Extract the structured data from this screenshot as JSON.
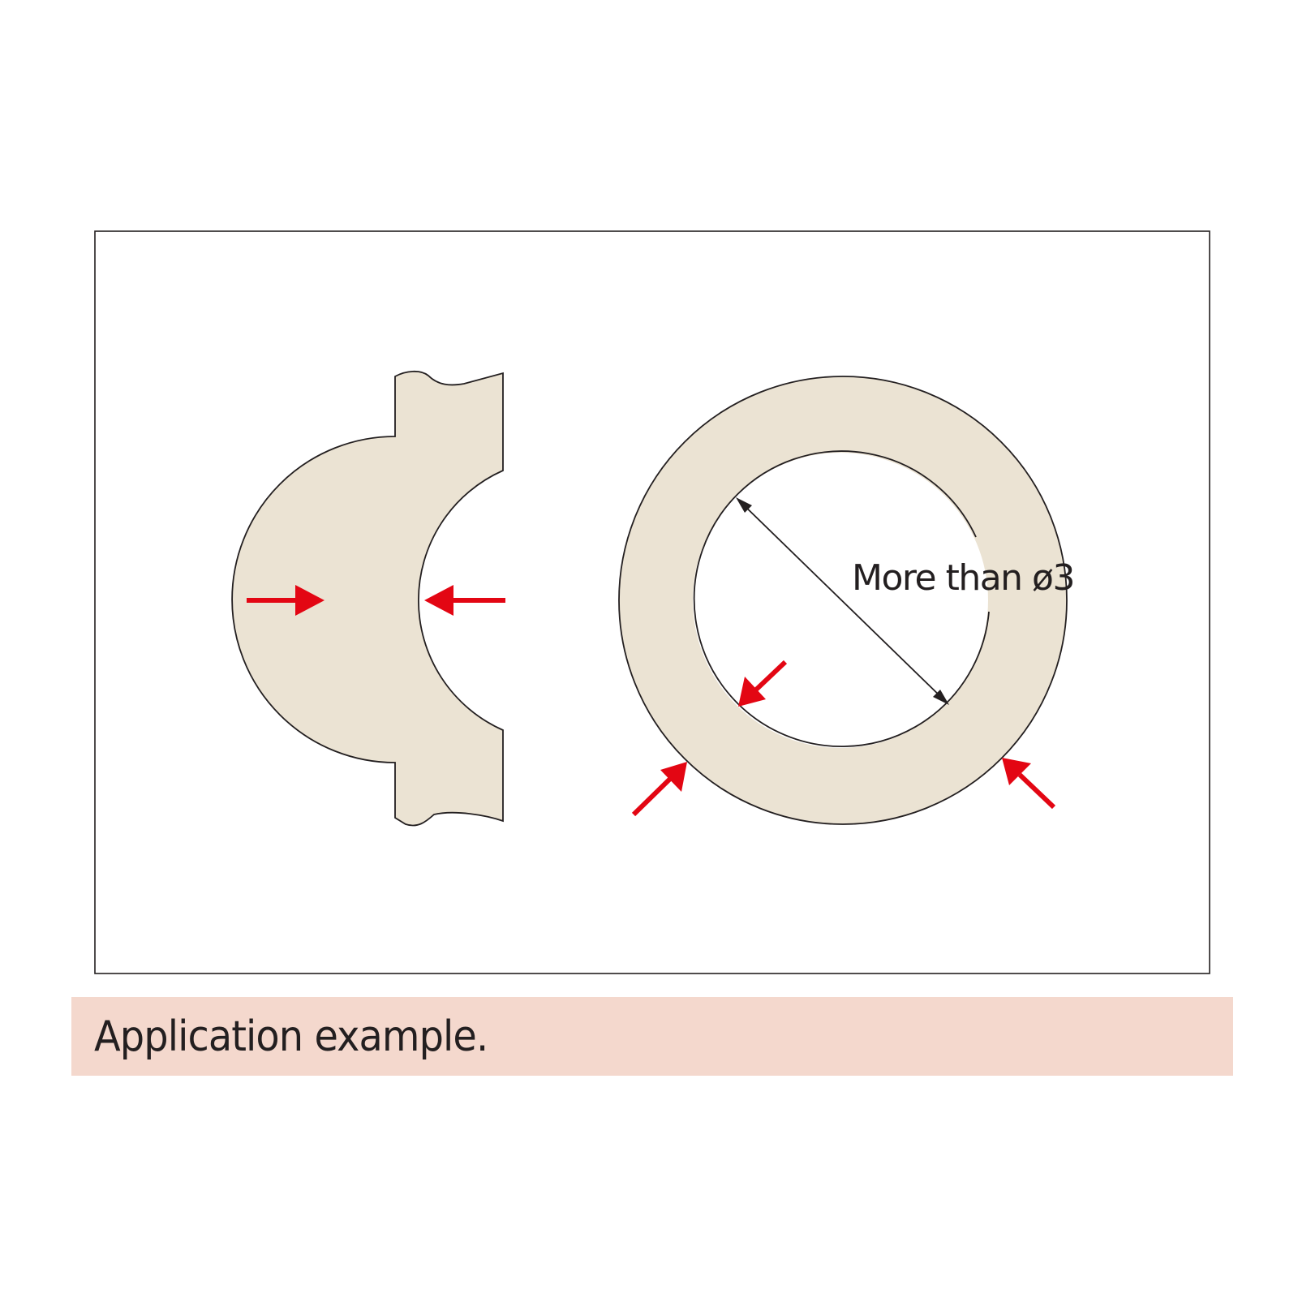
{
  "caption": {
    "text": "Application example."
  },
  "diagram": {
    "dimension_label": "More than ø3",
    "colors": {
      "part_fill": "#ebe3d3",
      "outline": "#231f20",
      "arrow": "#e30613",
      "caption_bg": "#f4d8cd",
      "frame": "#231f20"
    },
    "icons": {
      "force_arrow": "red-arrow",
      "dimension_arrow": "double-headed-arrow"
    }
  }
}
